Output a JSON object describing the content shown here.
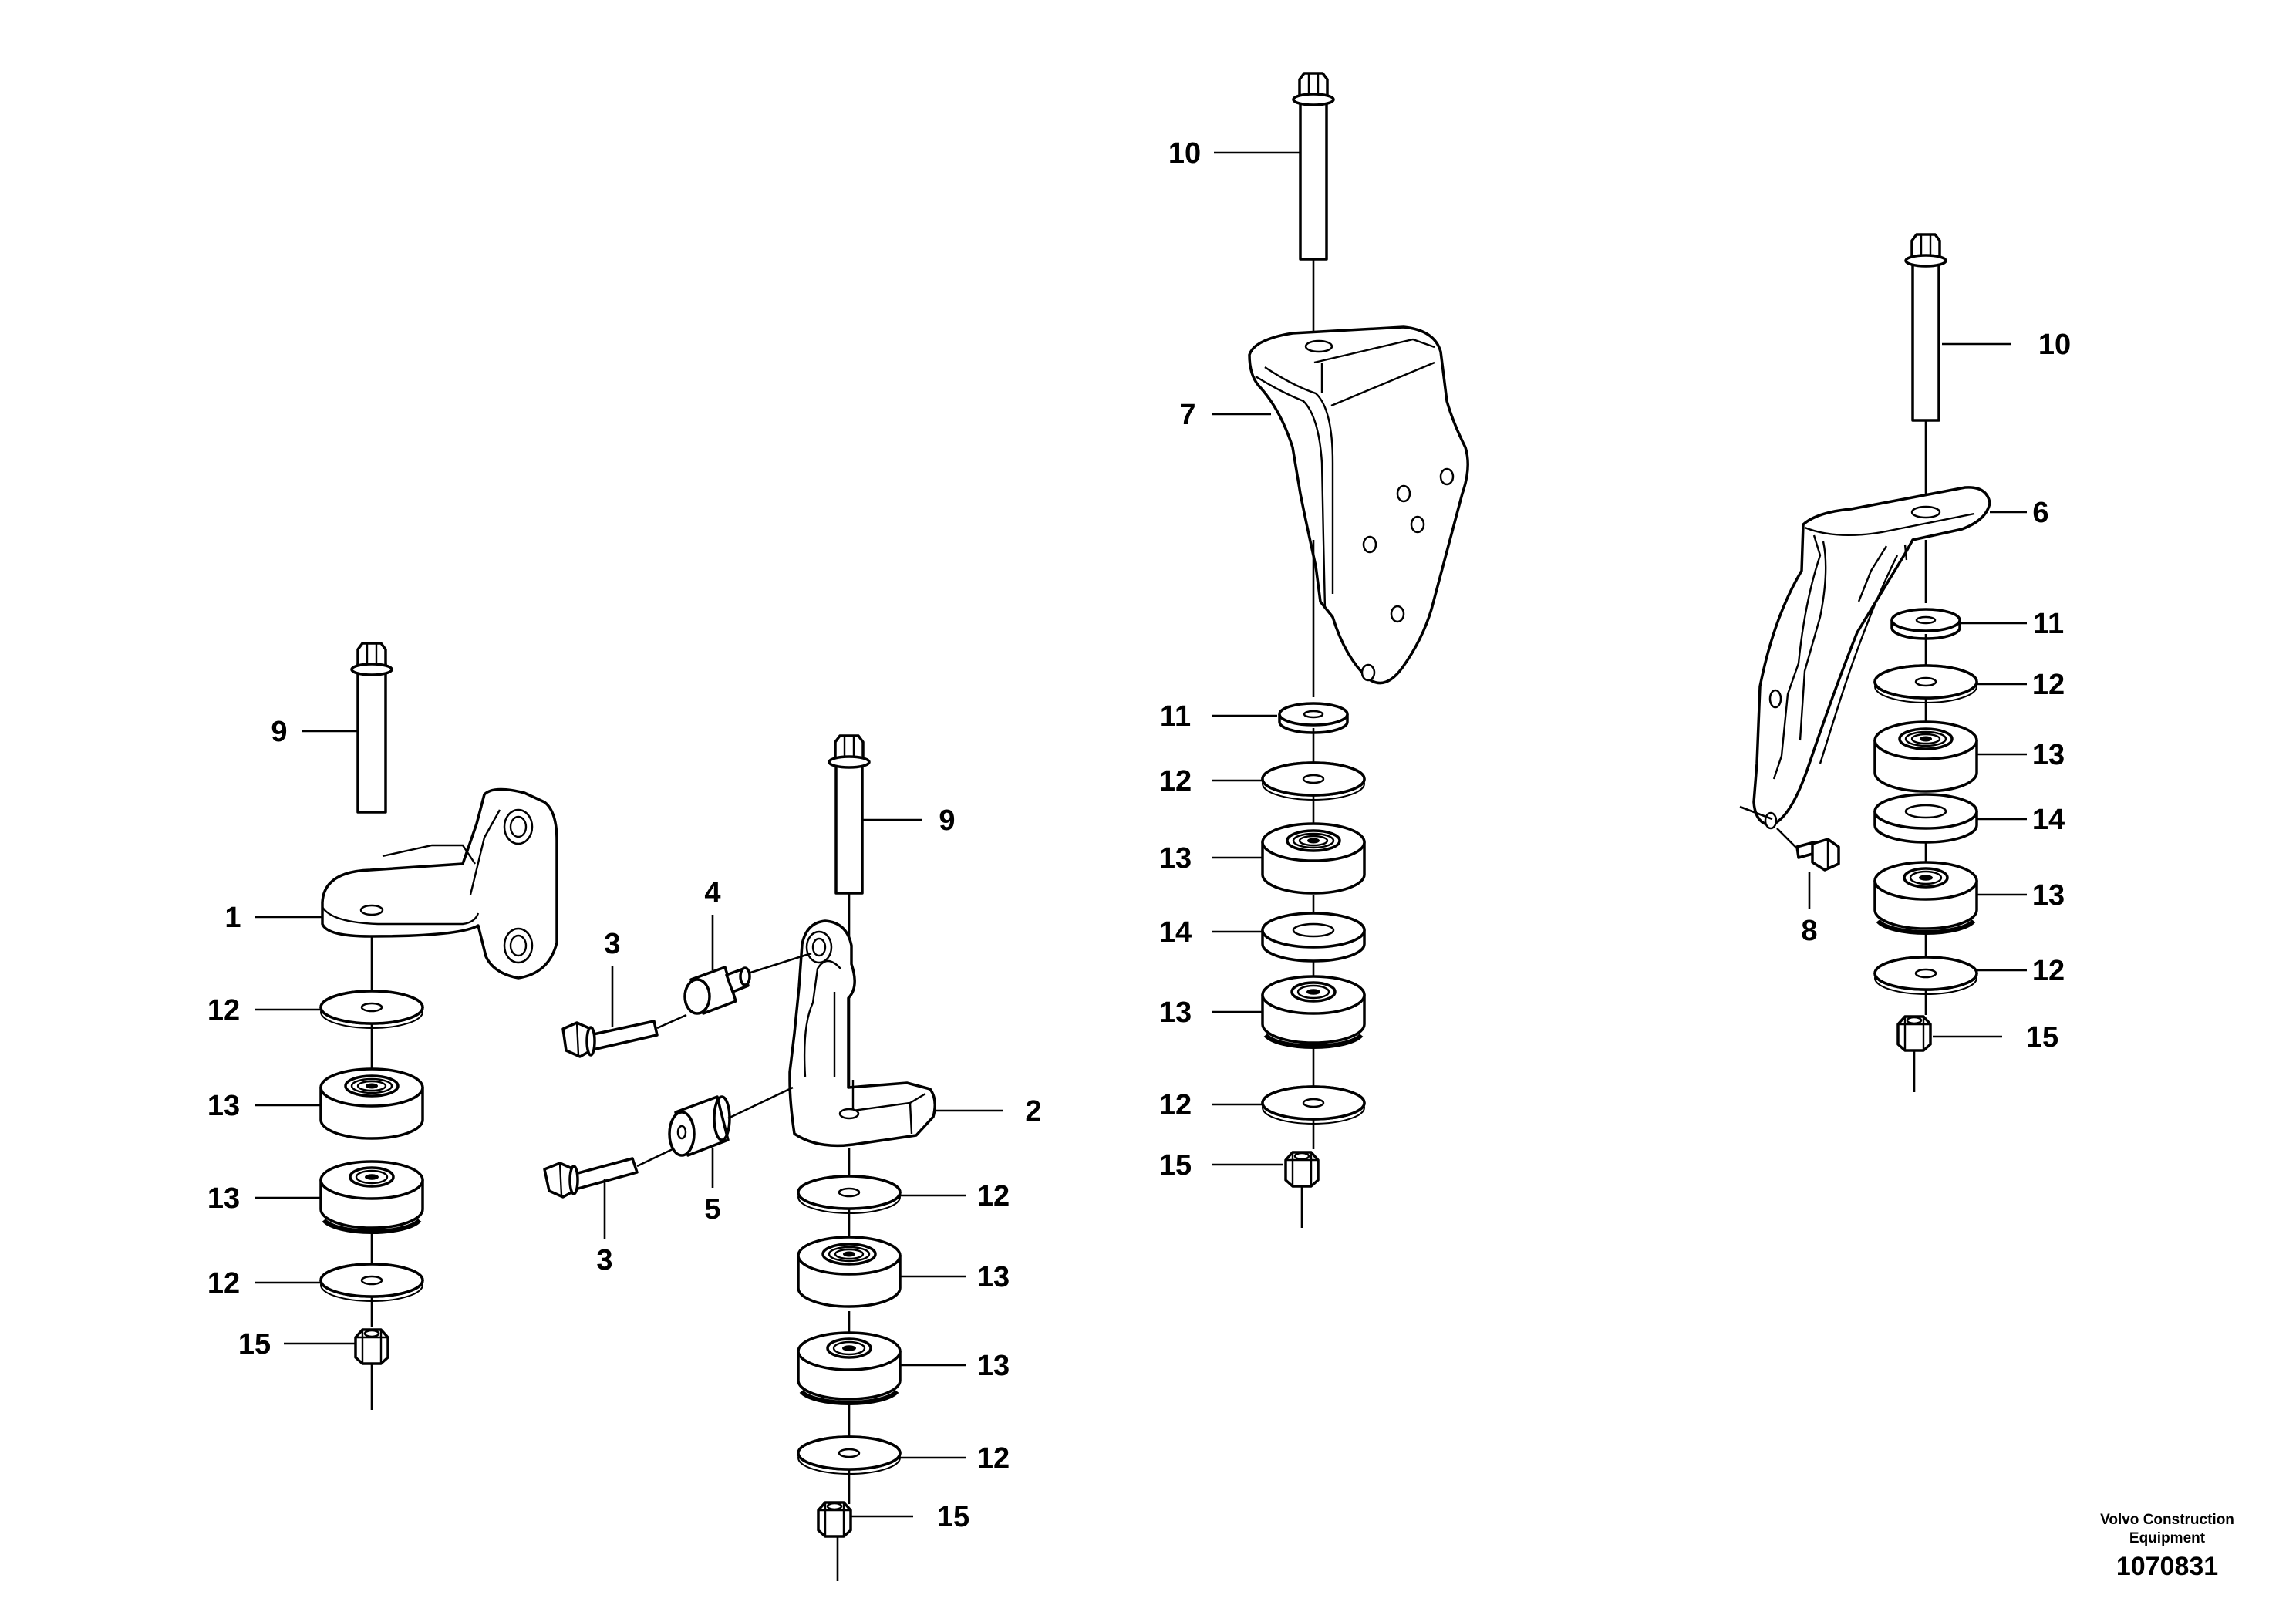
{
  "labels": {
    "c1": {
      "p9": "9",
      "p1": "1",
      "p12a": "12",
      "p13a": "13",
      "p13b": "13",
      "p12b": "12",
      "p15": "15"
    },
    "c2": {
      "p9": "9",
      "p2": "2",
      "p12a": "12",
      "p13a": "13",
      "p13b": "13",
      "p12b": "12",
      "p15": "15",
      "p3a": "3",
      "p3b": "3",
      "p4": "4",
      "p5": "5"
    },
    "c3": {
      "p10": "10",
      "p7": "7",
      "p11": "11",
      "p12a": "12",
      "p13a": "13",
      "p14": "14",
      "p13b": "13",
      "p12b": "12",
      "p15": "15"
    },
    "c4": {
      "p10": "10",
      "p6": "6",
      "p11": "11",
      "p12a": "12",
      "p13a": "13",
      "p14": "14",
      "p13b": "13",
      "p12b": "12",
      "p15": "15",
      "p8": "8"
    }
  },
  "footer": {
    "brand_line1": "Volvo Construction",
    "brand_line2": "Equipment",
    "drawing_number": "1070831"
  },
  "icons": {
    "bolt": "hex-flange-bolt-icon",
    "nut": "hex-nut-icon",
    "washer": "flat-washer-icon",
    "rubber_mount": "rubber-mount-icon",
    "bushing": "bushing-icon"
  }
}
